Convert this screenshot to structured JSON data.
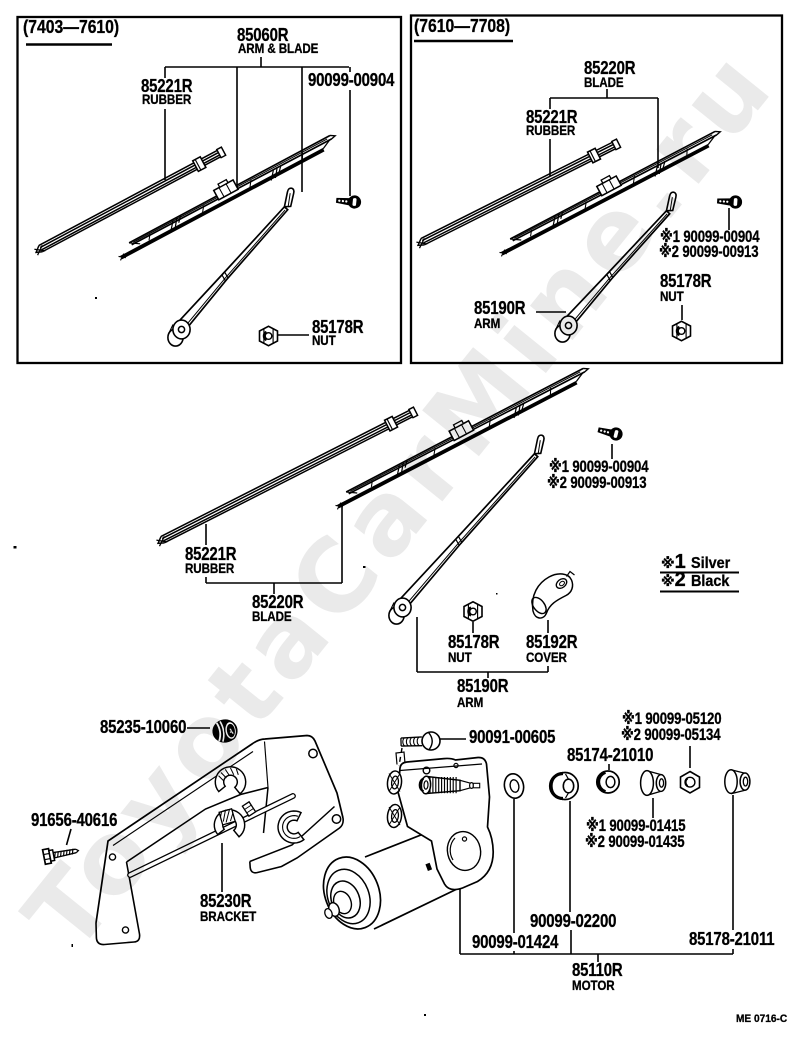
{
  "watermark": {
    "text": "ToyotaCarMine.ru",
    "color": "#eaeaea"
  },
  "plate_code": "ME 0716-C",
  "panel_early": {
    "period": "(7403—7610)",
    "arm_and_blade": {
      "no": "85060R",
      "name": "ARM & BLADE"
    },
    "rubber": {
      "no": "85221R",
      "name": "RUBBER"
    },
    "screw_no": "90099-00904",
    "nut": {
      "no": "85178R",
      "name": "NUT"
    }
  },
  "panel_late": {
    "period": "(7610—7708)",
    "blade": {
      "no": "85220R",
      "name": "BLADE"
    },
    "rubber": {
      "no": "85221R",
      "name": "RUBBER"
    },
    "screw_silver": "※1 90099-00904",
    "screw_black": "※2 90099-00913",
    "nut": {
      "no": "85178R",
      "name": "NUT"
    },
    "arm": {
      "no": "85190R",
      "name": "ARM"
    }
  },
  "main_group": {
    "rubber": {
      "no": "85221R",
      "name": "RUBBER"
    },
    "blade": {
      "no": "85220R",
      "name": "BLADE"
    },
    "screw_silver": "※1 90099-00904",
    "screw_black": "※2 90099-00913",
    "nut": {
      "no": "85178R",
      "name": "NUT"
    },
    "cover": {
      "no": "85192R",
      "name": "COVER"
    },
    "arm": {
      "no": "85190R",
      "name": "ARM"
    }
  },
  "legend": {
    "silver": {
      "mark": "※",
      "num": "1",
      "label": "Silver"
    },
    "black": {
      "mark": "※",
      "num": "2",
      "label": "Black"
    }
  },
  "motor_group": {
    "grommet_no": "85235-10060",
    "screw_no": "91656-40616",
    "bracket": {
      "no": "85230R",
      "name": "BRACKET"
    },
    "bolt_no": "90091-00605",
    "nut_silver": "※1 90099-05120",
    "nut_black": "※2 90099-05134",
    "spacer_no": "85174-21010",
    "cushion_silver": "※1 90099-01415",
    "cushion_black": "※2 90099-01435",
    "washer_no": "90099-02200",
    "washer_front_no": "90099-01424",
    "bush_no": "85178-21011",
    "motor": {
      "no": "85110R",
      "name": "MOTOR"
    }
  }
}
